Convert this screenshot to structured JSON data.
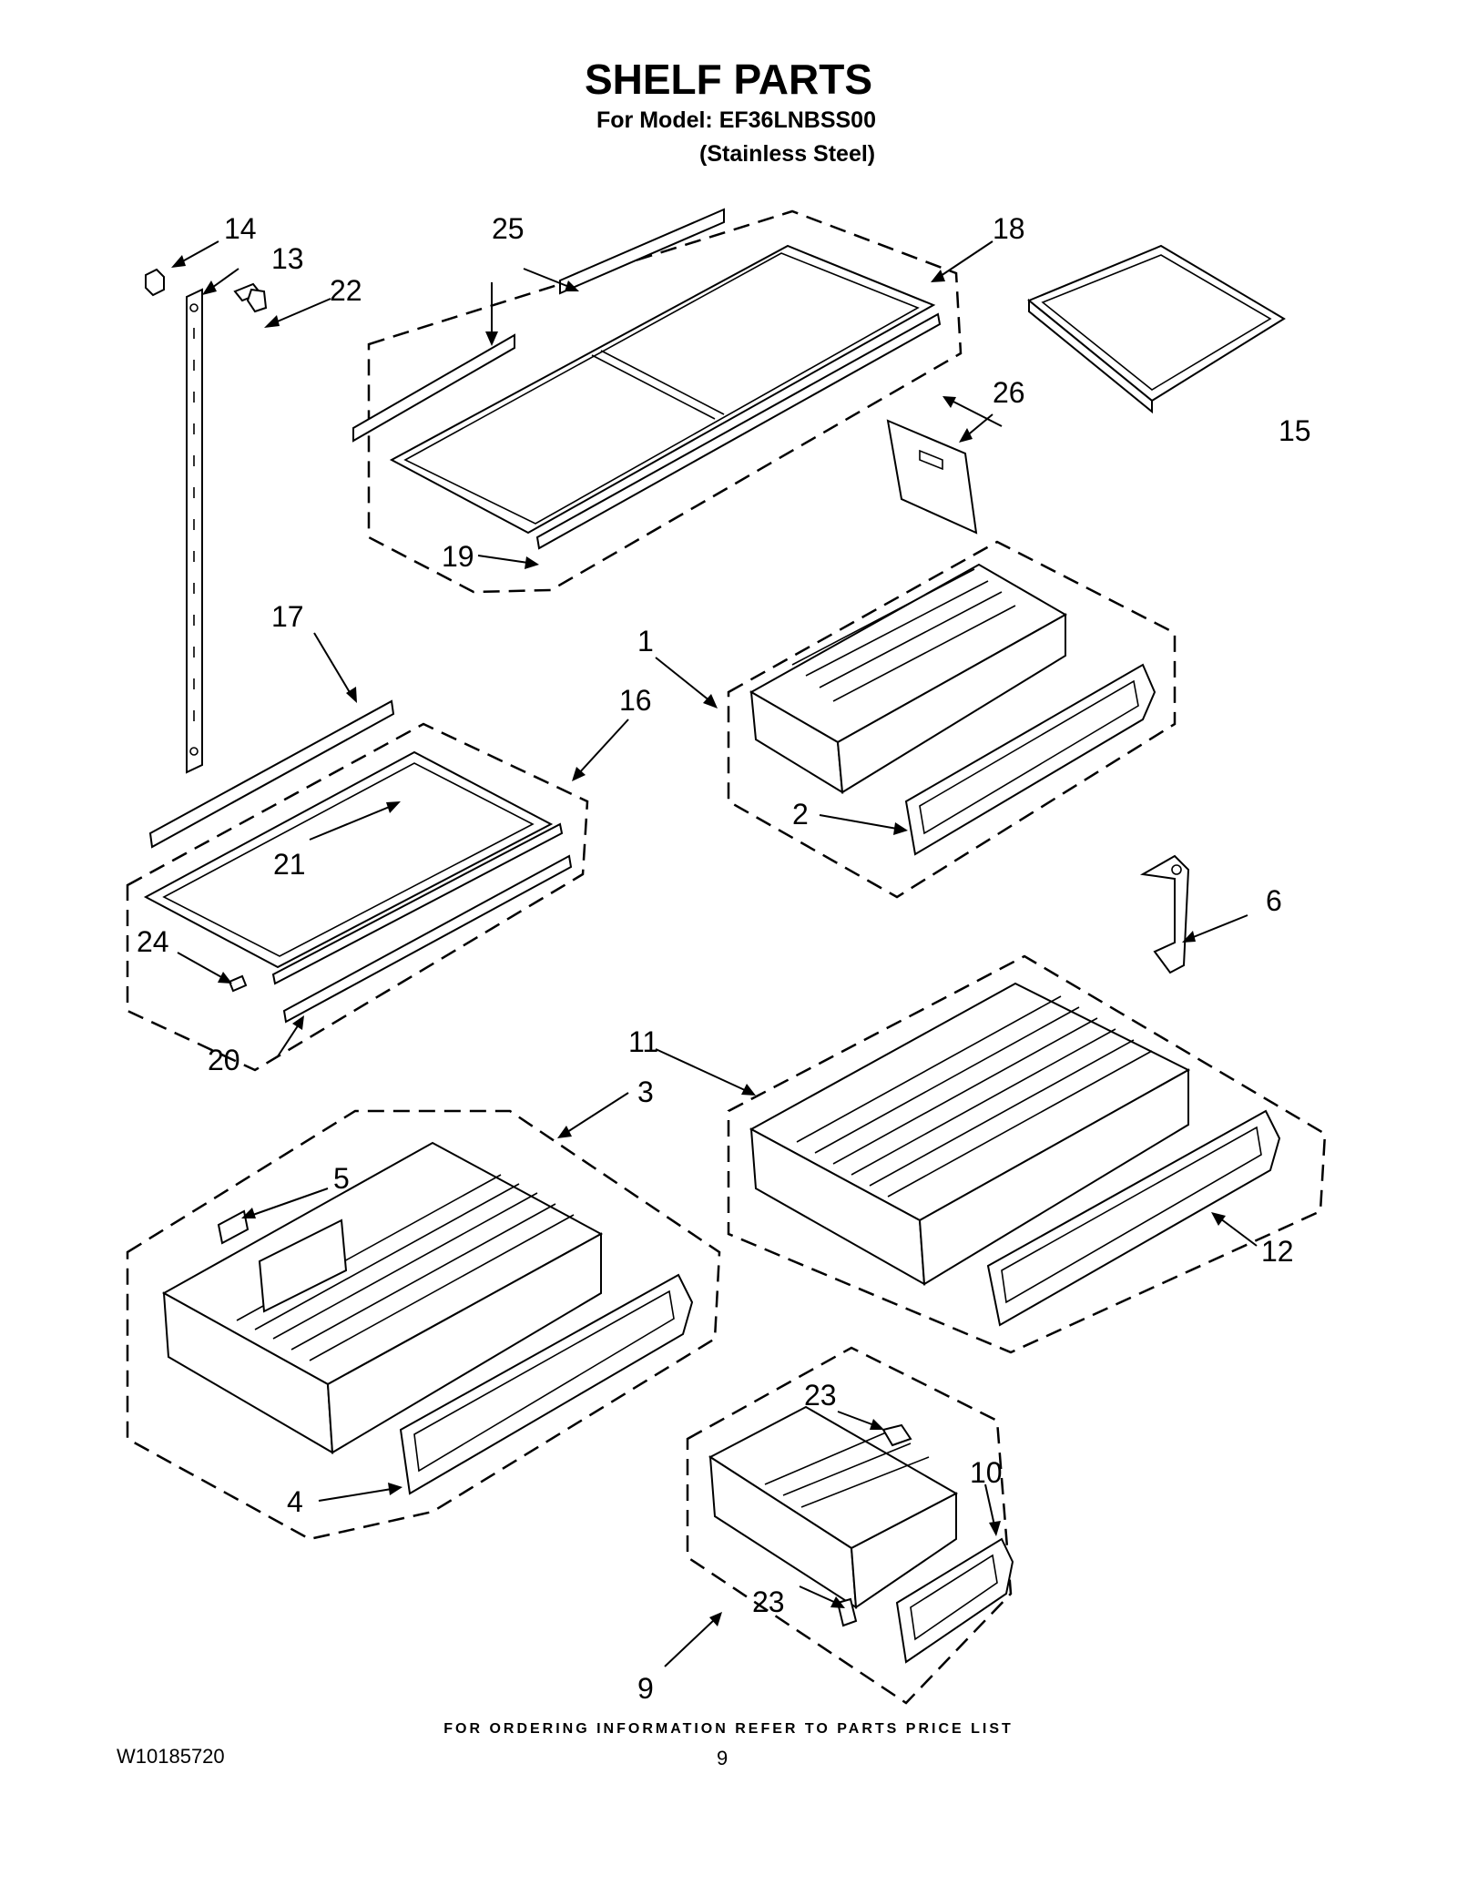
{
  "header": {
    "title": "SHELF PARTS",
    "model_line": "For Model: EF36LNBSS00",
    "variant": "(Stainless Steel)"
  },
  "callouts": {
    "c1": "1",
    "c2": "2",
    "c3": "3",
    "c4": "4",
    "c5": "5",
    "c6": "6",
    "c9": "9",
    "c10": "10",
    "c11": "11",
    "c12": "12",
    "c13": "13",
    "c14": "14",
    "c15": "15",
    "c16": "16",
    "c17": "17",
    "c18": "18",
    "c19": "19",
    "c20": "20",
    "c21": "21",
    "c22": "22",
    "c23a": "23",
    "c23b": "23",
    "c24": "24",
    "c25": "25",
    "c26": "26"
  },
  "footer": {
    "note": "FOR ORDERING INFORMATION REFER TO PARTS PRICE LIST",
    "doc_number": "W10185720",
    "page_number": "9"
  }
}
